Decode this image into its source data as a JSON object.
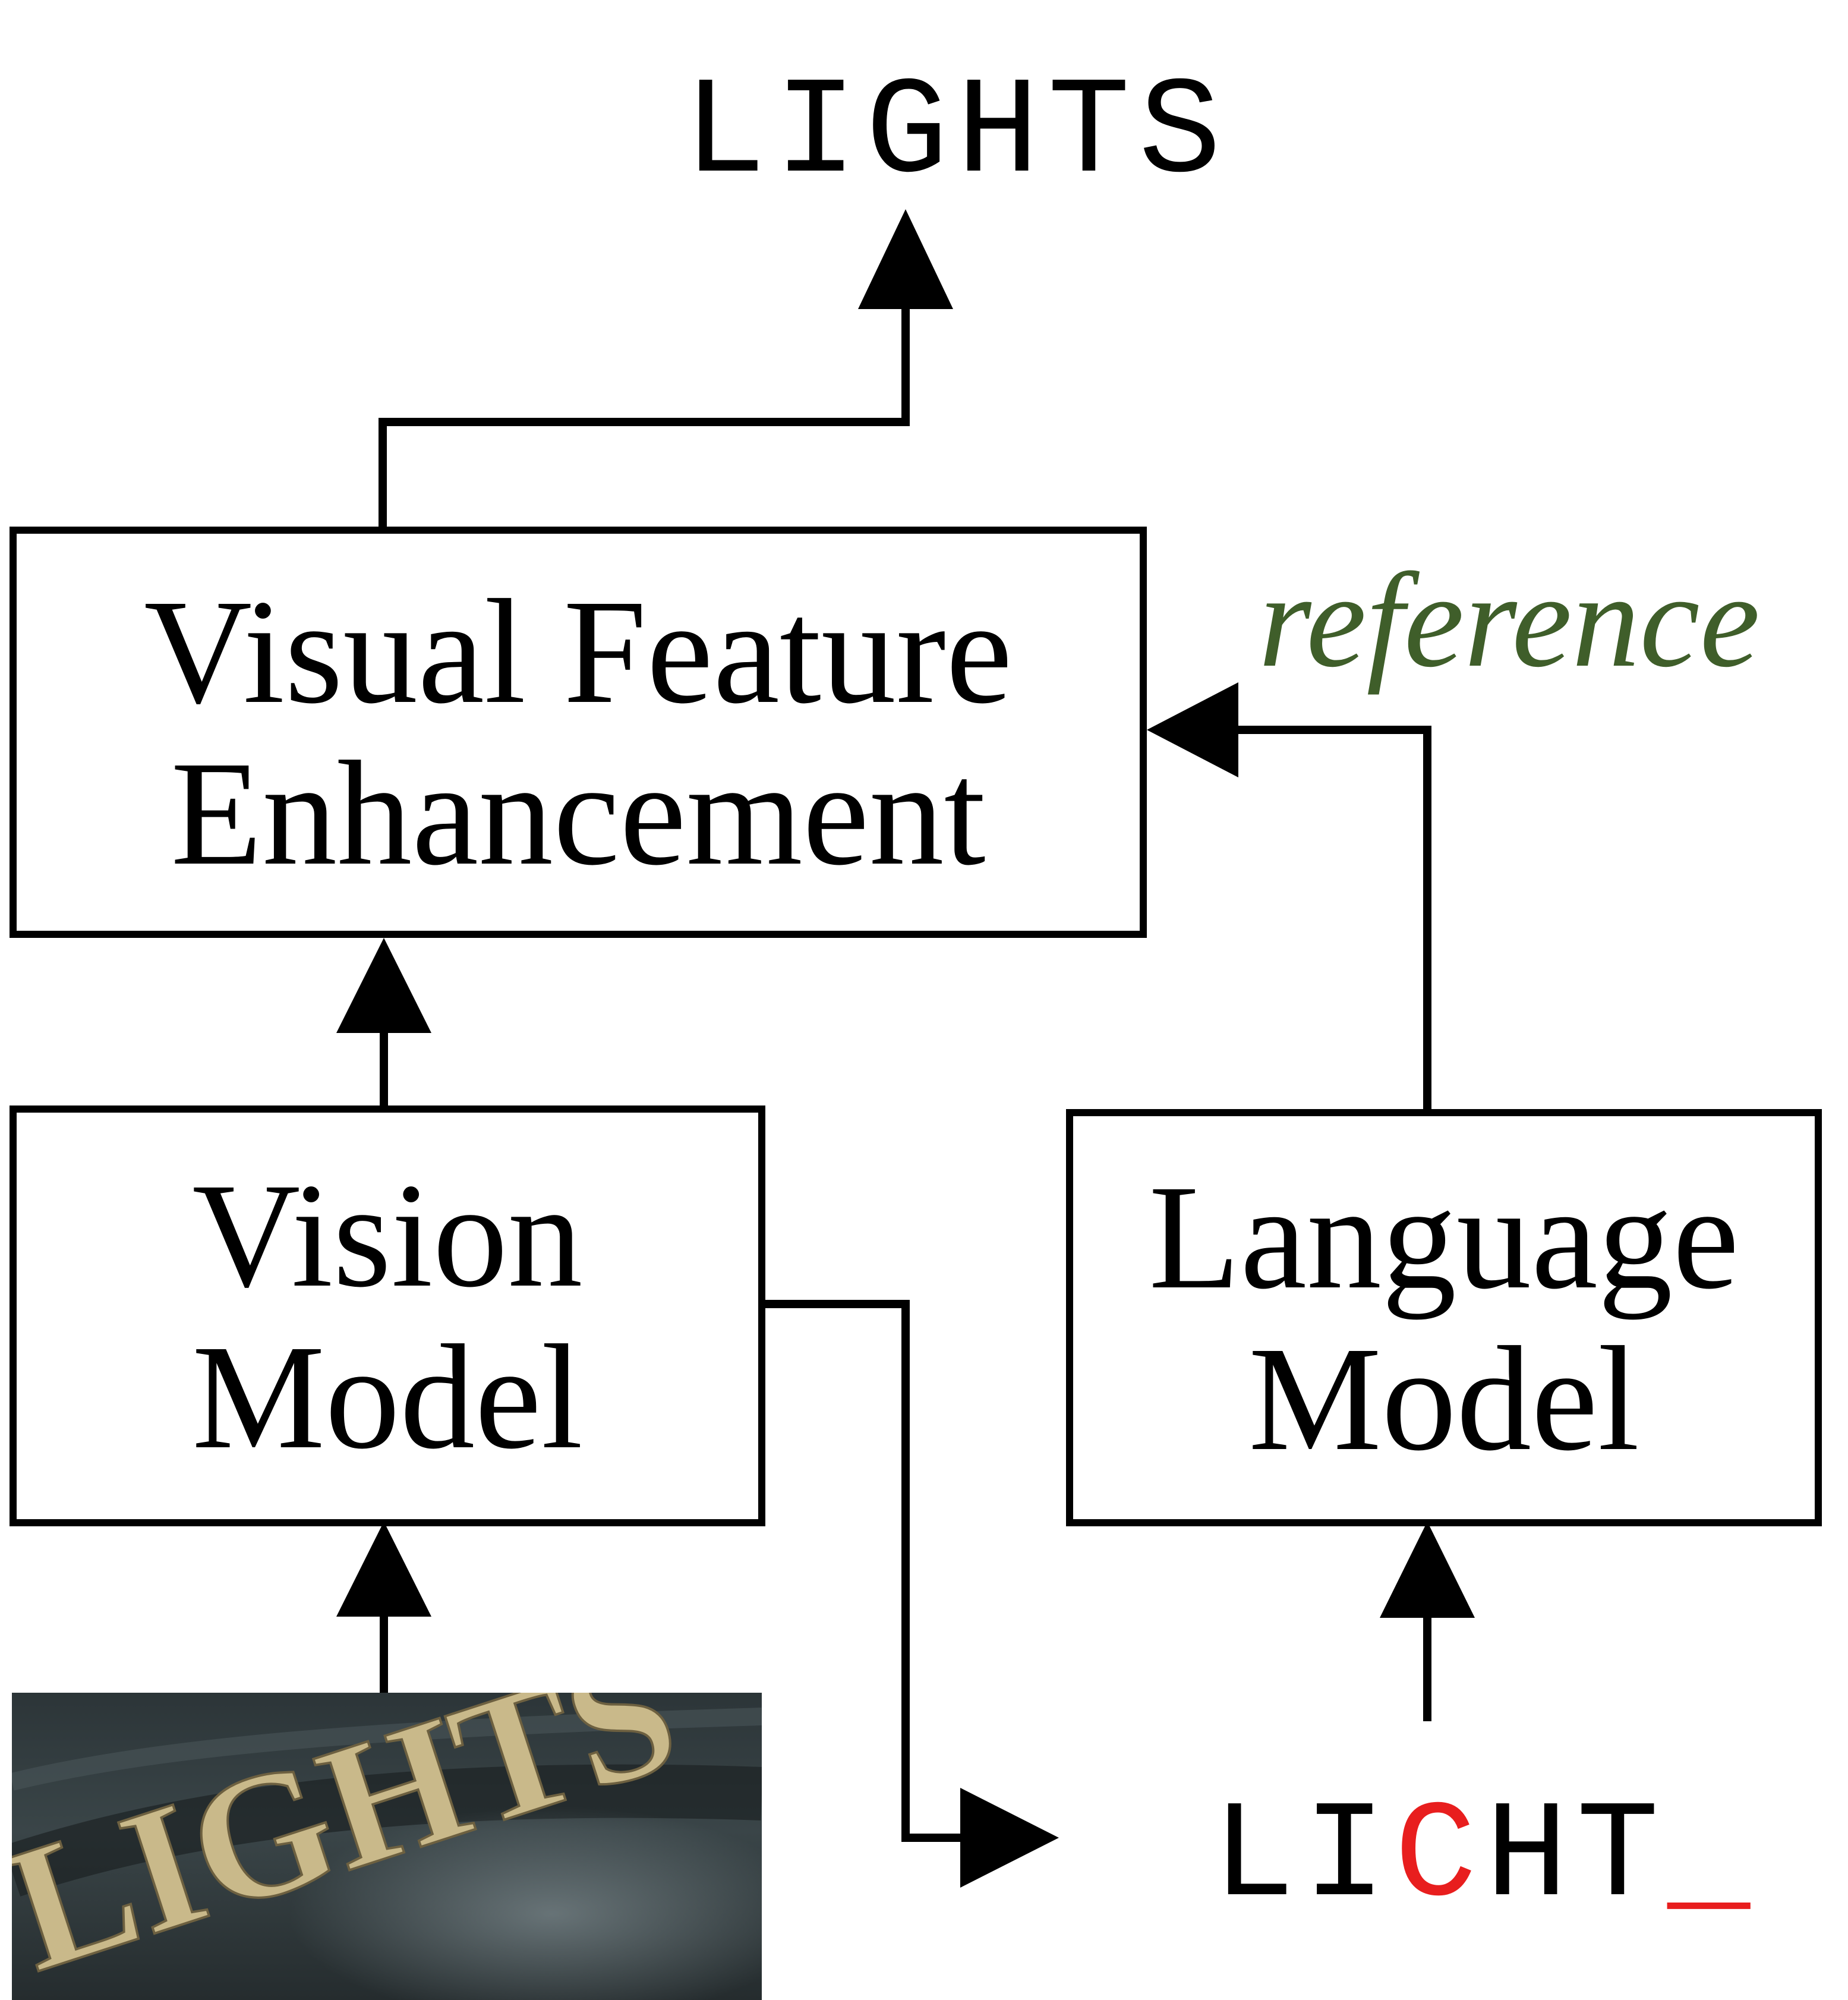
{
  "output_text": "LIGHTS",
  "reference_label": "reference",
  "boxes": {
    "visual_feature_enhancement": {
      "line1": "Visual Feature",
      "line2": "Enhancement"
    },
    "vision_model": {
      "line1": "Vision",
      "line2": "Model"
    },
    "language_model": {
      "line1": "Language",
      "line2": "Model"
    }
  },
  "input_image": {
    "word": "LIGHTS"
  },
  "vision_prediction": {
    "part1": "LI",
    "wrong_char": "C",
    "part2": "HT",
    "wrong_blank": "_"
  },
  "colors": {
    "stroke": "#000000",
    "reference": "#3f5e2a",
    "error": "#e81e1e",
    "image_sky": "#2b3336",
    "image_text": "#c9b98a"
  }
}
